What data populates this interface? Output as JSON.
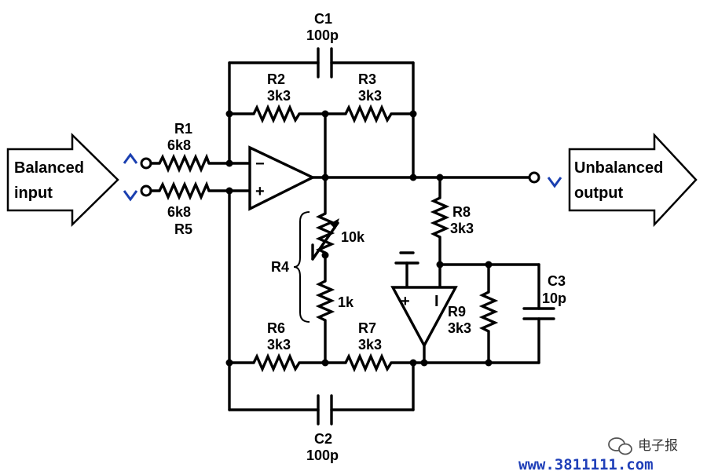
{
  "components": {
    "C1": {
      "name": "C1",
      "value": "100p"
    },
    "C2": {
      "name": "C2",
      "value": "100p"
    },
    "C3": {
      "name": "C3",
      "value": "10p"
    },
    "R1": {
      "name": "R1",
      "value": "6k8"
    },
    "R2": {
      "name": "R2",
      "value": "3k3"
    },
    "R3": {
      "name": "R3",
      "value": "3k3"
    },
    "R4": {
      "name": "R4",
      "value_top": "10k",
      "value_bottom": "1k"
    },
    "R5": {
      "name": "R5",
      "value": "6k8"
    },
    "R6": {
      "name": "R6",
      "value": "3k3"
    },
    "R7": {
      "name": "R7",
      "value": "3k3"
    },
    "R8": {
      "name": "R8",
      "value": "3k3"
    },
    "R9": {
      "name": "R9",
      "value": "3k3"
    }
  },
  "input": {
    "line1": "Balanced",
    "line2": "input"
  },
  "output": {
    "line1": "Unbalanced",
    "line2": "output"
  },
  "opamp_main": {
    "minus": "−",
    "plus": "+"
  },
  "opamp_buffer": {
    "plus": "+",
    "minus": "I"
  },
  "watermark": {
    "brand": "电子报",
    "url": "www.3811111.com"
  },
  "colors": {
    "wire": "#000000",
    "terminal_mark": "#1a3fb0",
    "url": "#1f3fb8"
  }
}
